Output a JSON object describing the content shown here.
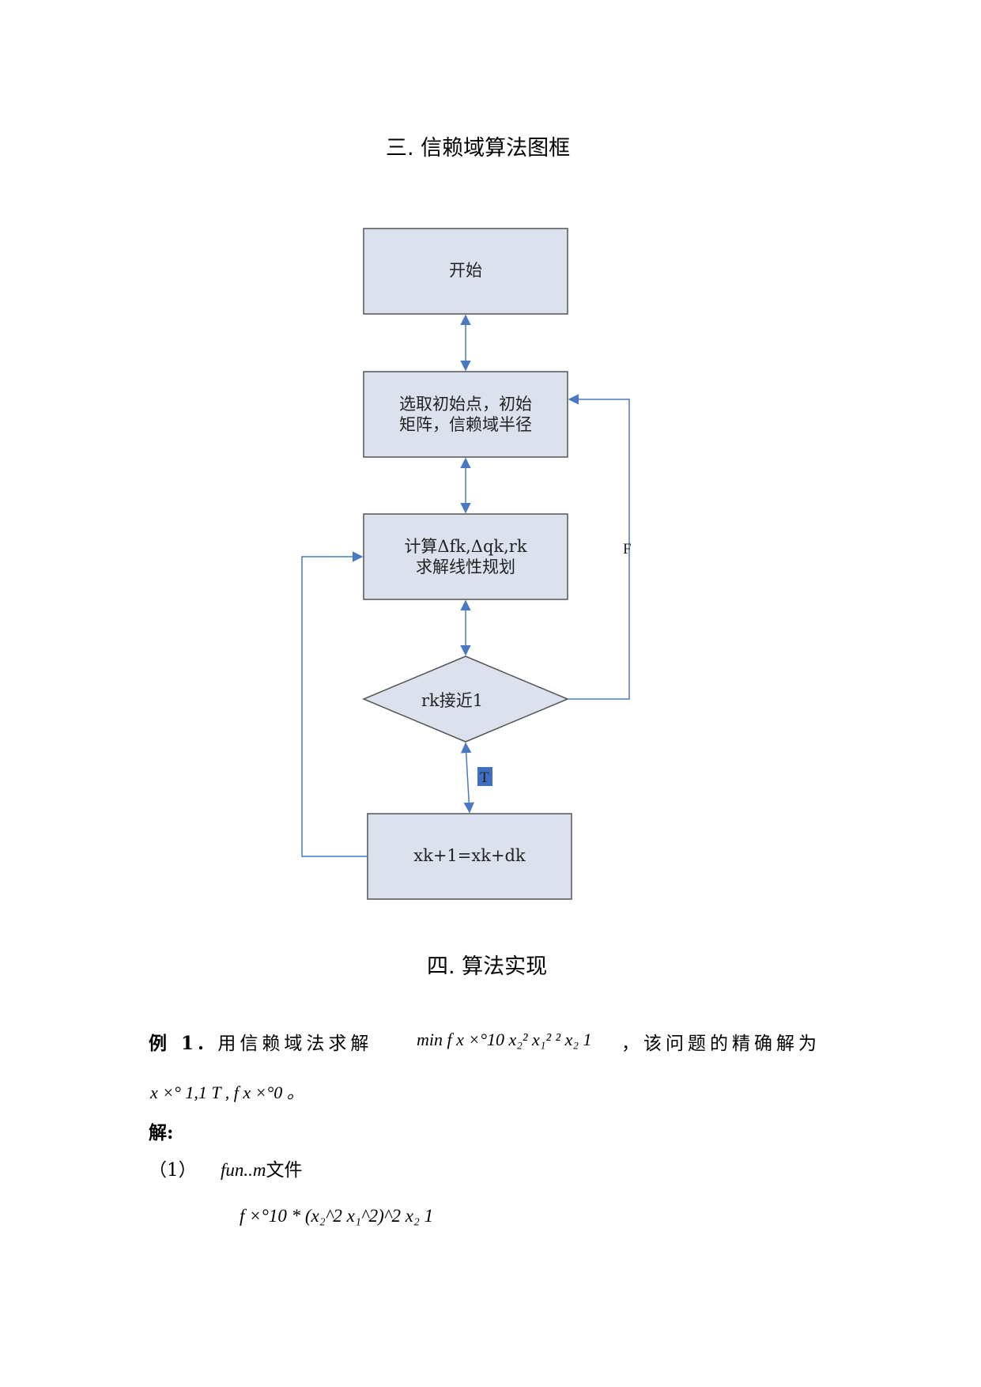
{
  "section3_title": "三. 信赖域算法图框",
  "section4_title": "四. 算法实现",
  "flowchart": {
    "start": "开始",
    "init_line1": "选取初始点，初始",
    "init_line2": "矩阵，信赖域半径",
    "compute_line1": "计算Δfk,Δqk,rk",
    "compute_line2": "求解线性规划",
    "decision": "rk接近1",
    "update": "xk+1=xk+dk",
    "label_false": "F",
    "label_true": "T"
  },
  "example": {
    "label": "例 1.",
    "text": "用信赖域法求解",
    "formula": "min f x  ×°10 x₂²  x₁² ²  x₂  1",
    "tail": "，该问题的精确解为",
    "solution": "x  ×° 1,1  T , f  x  ×°0 。"
  },
  "solution_label": "解:",
  "step1": {
    "number": "（1）",
    "file": "fun..m",
    "file_suffix": "文件",
    "code": "f ×°10 * (x₂^2  x₁^2)^2  x₂  1"
  },
  "colors": {
    "box_fill": "#dbe2ee",
    "box_border": "#555555",
    "arrow": "#4a78c2",
    "t_label_bg": "#3f6fc0"
  }
}
